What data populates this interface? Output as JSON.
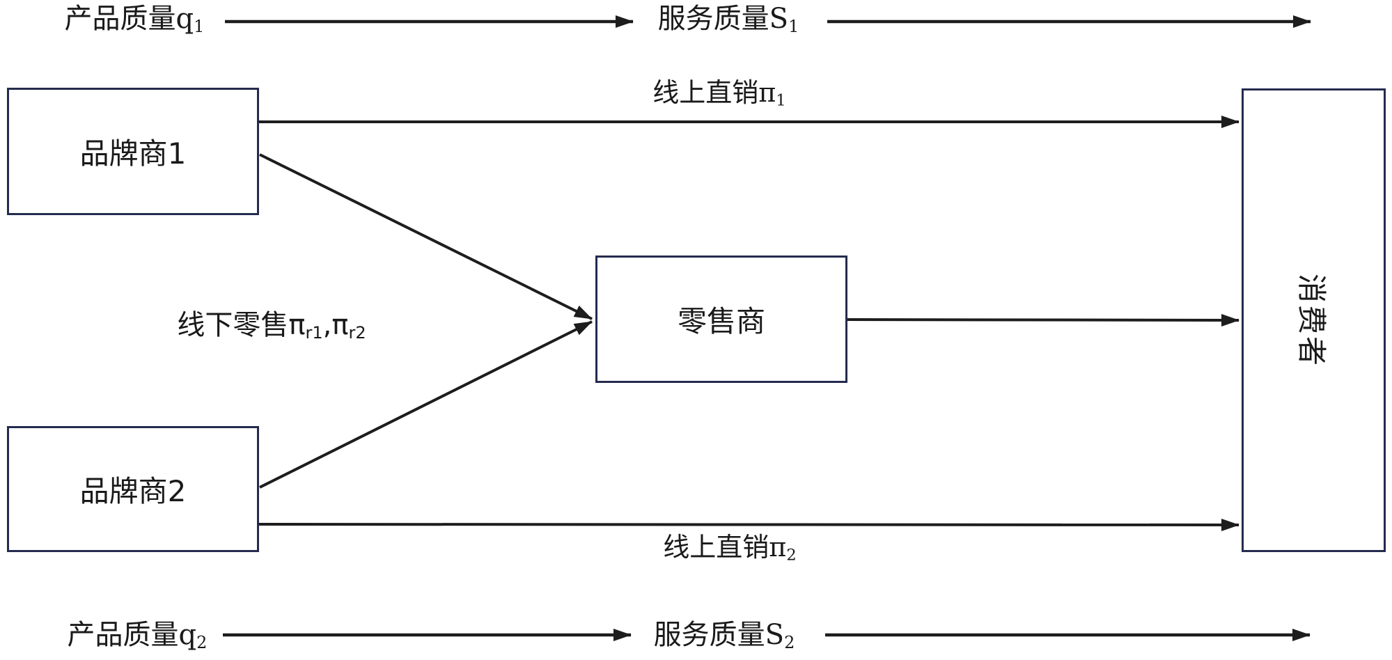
{
  "page": {
    "background": "#ffffff"
  },
  "colors": {
    "box_border": "#242b4e",
    "line": "#1d1d1d",
    "text": "#1a1a1a"
  },
  "boxes": {
    "brand1": {
      "label": "品牌商1"
    },
    "brand2": {
      "label": "品牌商2"
    },
    "retailer": {
      "label": "零售商"
    },
    "consumer": {
      "label": "消费者"
    }
  },
  "labels": {
    "product_quality_1": {
      "base": "产品质量q",
      "sub": "1"
    },
    "service_quality_1": {
      "base": "服务质量S",
      "sub": "1"
    },
    "online_direct_1": {
      "base": "线上直销π",
      "sub": "1"
    },
    "offline_retail": {
      "base": "线下零售π",
      "sub": "r1",
      "base2": ",π",
      "sub2": "r2"
    },
    "online_direct_2": {
      "base": "线上直销π",
      "sub": "2"
    },
    "product_quality_2": {
      "base": "产品质量q",
      "sub": "2"
    },
    "service_quality_2": {
      "base": "服务质量S",
      "sub": "2"
    }
  },
  "edges": [
    {
      "from": "产品质量q1",
      "to": "服务质量S1",
      "type": "arrow"
    },
    {
      "from": "服务质量S1",
      "to": "right",
      "type": "arrow"
    },
    {
      "from": "品牌商1",
      "to": "消费者",
      "label": "线上直销π1",
      "type": "arrow"
    },
    {
      "from": "品牌商1",
      "to": "零售商",
      "label": "线下零售πr1",
      "type": "arrow"
    },
    {
      "from": "品牌商2",
      "to": "零售商",
      "label": "线下零售πr2",
      "type": "arrow"
    },
    {
      "from": "零售商",
      "to": "消费者",
      "type": "arrow"
    },
    {
      "from": "品牌商2",
      "to": "消费者",
      "label": "线上直销π2",
      "type": "arrow"
    },
    {
      "from": "产品质量q2",
      "to": "服务质量S2",
      "type": "arrow"
    },
    {
      "from": "服务质量S2",
      "to": "right",
      "type": "arrow"
    }
  ]
}
